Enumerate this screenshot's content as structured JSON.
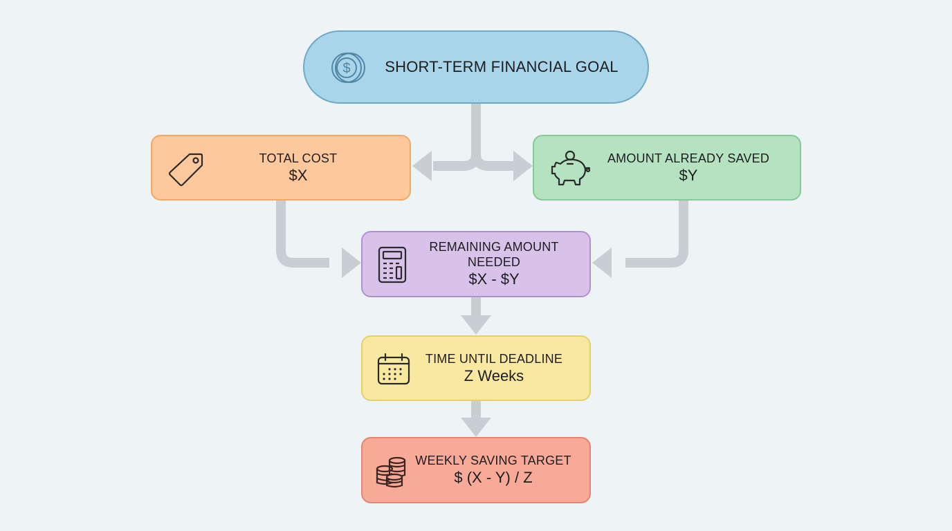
{
  "diagram": {
    "type": "flowchart",
    "background": "#eef3f5",
    "connector_color": "#c9ced3",
    "nodes": {
      "goal": {
        "title": "SHORT-TERM FINANCIAL GOAL",
        "icon": "coins-dollar-icon",
        "fill": "#a9d5ea",
        "border": "#6ea9c8"
      },
      "total_cost": {
        "title": "TOTAL COST",
        "value": "$X",
        "icon": "price-tag-icon",
        "fill": "#fdc89b",
        "border": "#f0a868"
      },
      "already_saved": {
        "title": "AMOUNT ALREADY SAVED",
        "value": "$Y",
        "icon": "piggy-bank-icon",
        "fill": "#b5e2c0",
        "border": "#86c996"
      },
      "remaining": {
        "title_line1": "REMAINING AMOUNT",
        "title_line2": "NEEDED",
        "value": "$X - $Y",
        "icon": "calculator-icon",
        "fill": "#d8c2ea",
        "border": "#b08fd2"
      },
      "deadline": {
        "title": "TIME UNTIL DEADLINE",
        "value": "Z Weeks",
        "icon": "calendar-icon",
        "fill": "#f8e8a0",
        "border": "#e8cf6e"
      },
      "weekly_target": {
        "title": "WEEKLY SAVING TARGET",
        "value": "$ (X - Y) / Z",
        "icon": "coin-stacks-icon",
        "fill": "#f8a997",
        "border": "#e68670"
      }
    },
    "edges": [
      {
        "from": "SHORT-TERM FINANCIAL GOAL",
        "to": "TOTAL COST"
      },
      {
        "from": "SHORT-TERM FINANCIAL GOAL",
        "to": "AMOUNT ALREADY SAVED"
      },
      {
        "from": "TOTAL COST",
        "to": "REMAINING AMOUNT NEEDED"
      },
      {
        "from": "AMOUNT ALREADY SAVED",
        "to": "REMAINING AMOUNT NEEDED"
      },
      {
        "from": "REMAINING AMOUNT NEEDED",
        "to": "TIME UNTIL DEADLINE"
      },
      {
        "from": "TIME UNTIL DEADLINE",
        "to": "WEEKLY SAVING TARGET"
      }
    ]
  }
}
